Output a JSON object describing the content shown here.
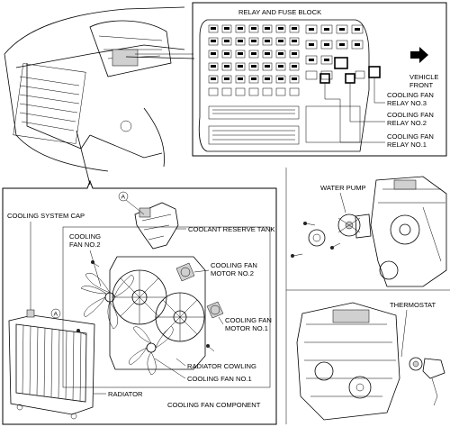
{
  "relay_box": {
    "title": "RELAY AND FUSE BLOCK",
    "direction_label": [
      "VEHICLE",
      "FRONT"
    ],
    "relays": [
      [
        "COOLING FAN",
        "RELAY NO.3"
      ],
      [
        "COOLING FAN",
        "RELAY NO.2"
      ],
      [
        "COOLING FAN",
        "RELAY NO.1"
      ]
    ]
  },
  "components": {
    "callout_letter": "A",
    "cooling_system_cap": "COOLING SYSTEM CAP",
    "coolant_reserve_tank": "COOLANT RESERVE TANK",
    "cooling_fan_no2": [
      "COOLING",
      "FAN NO.2"
    ],
    "cooling_fan_motor_no2": [
      "COOLING FAN",
      "MOTOR NO.2"
    ],
    "cooling_fan_motor_no1": [
      "COOLING FAN",
      "MOTOR NO.1"
    ],
    "radiator_cowling": "RADIATOR COWLING",
    "cooling_fan_no1": "COOLING FAN NO.1",
    "radiator": "RADIATOR",
    "cooling_fan_component": "COOLING FAN COMPONENT"
  },
  "engine": {
    "water_pump": "WATER PUMP",
    "thermostat": "THERMOSTAT"
  }
}
